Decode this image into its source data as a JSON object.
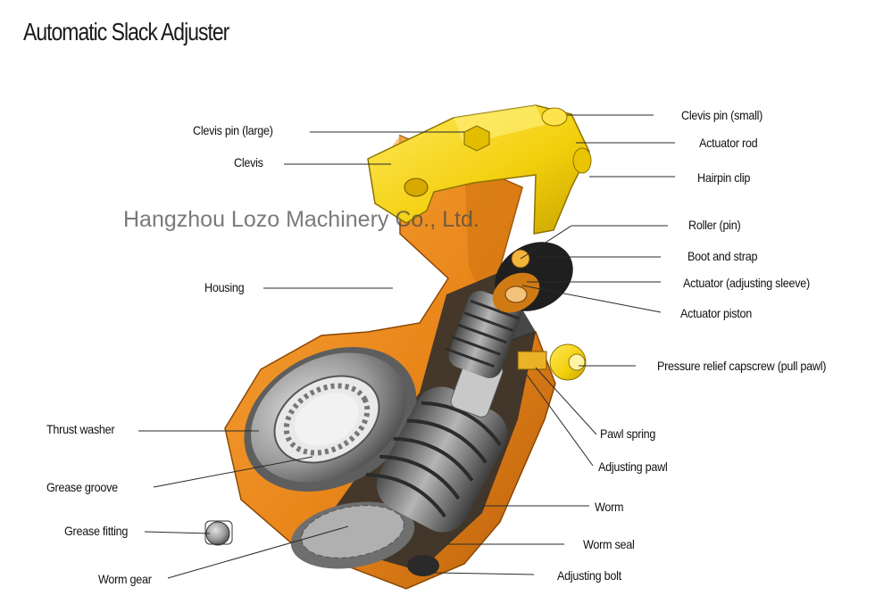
{
  "title": "Automatic Slack Adjuster",
  "watermark": "Hangzhou Lozo Machinery Co., Ltd.",
  "labels": {
    "clevis_pin_large": "Clevis pin (large)",
    "clevis": "Clevis",
    "housing": "Housing",
    "thrust_washer": "Thrust washer",
    "grease_groove": "Grease groove",
    "grease_fitting": "Grease fitting",
    "worm_gear": "Worm gear",
    "clevis_pin_small": "Clevis pin (small)",
    "actuator_rod": "Actuator rod",
    "hairpin_clip": "Hairpin clip",
    "roller_pin": "Roller (pin)",
    "boot_and_strap": "Boot and strap",
    "actuator_adjusting_sleeve": "Actuator (adjusting sleeve)",
    "actuator_piston": "Actuator piston",
    "pressure_relief_capscrew": "Pressure relief capscrew (pull pawl)",
    "pawl_spring": "Pawl spring",
    "adjusting_pawl": "Adjusting pawl",
    "worm": "Worm",
    "worm_seal": "Worm seal",
    "adjusting_bolt": "Adjusting bolt"
  },
  "colors": {
    "housing_orange": "#e9861a",
    "clevis_yellow": "#f2cf0c",
    "metal_gray": "#8c8c8c",
    "dark_gray": "#3a3a3a"
  }
}
